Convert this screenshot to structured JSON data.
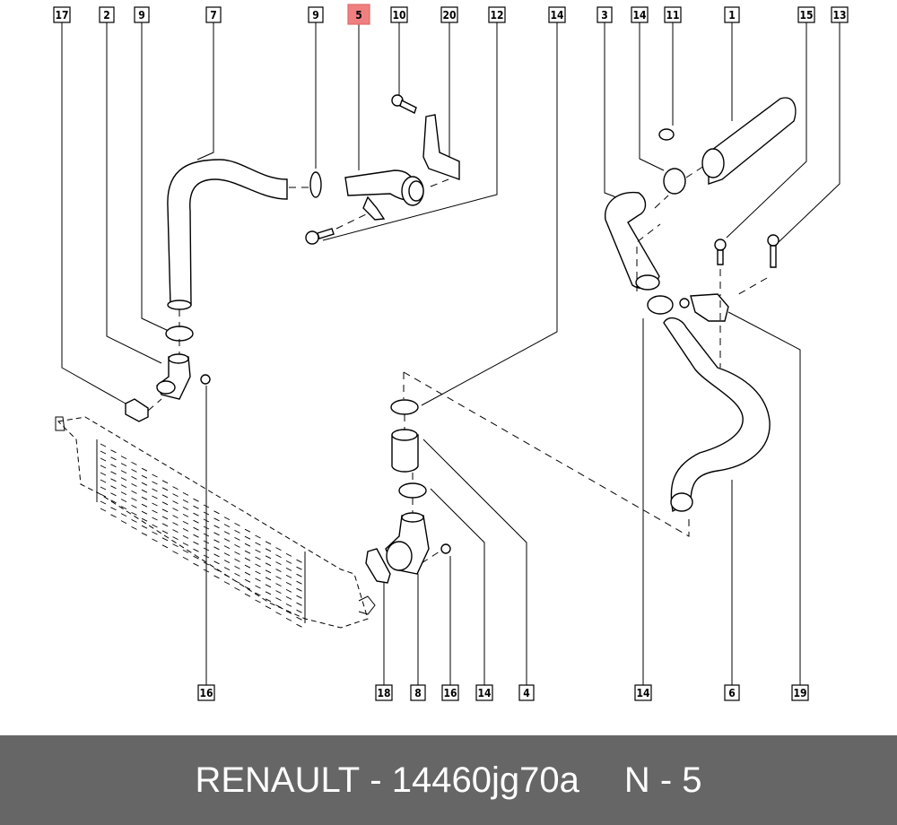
{
  "diagram": {
    "title": "Intercooler air ducts exploded view",
    "highlight_color": "#f08080",
    "top_callouts": [
      "17",
      "2",
      "9",
      "7",
      "9",
      "5",
      "10",
      "20",
      "12",
      "14",
      "3",
      "14",
      "11",
      "1",
      "15",
      "13"
    ],
    "bottom_callouts": [
      "16",
      "18",
      "8",
      "16",
      "14",
      "4",
      "14",
      "6",
      "19"
    ],
    "highlighted_callout": "5"
  },
  "footer": {
    "brand": "RENAULT",
    "separator": "-",
    "part_number": "14460jg70a",
    "position_label": "N - 5",
    "background": "#666666",
    "text_color": "#ffffff"
  }
}
